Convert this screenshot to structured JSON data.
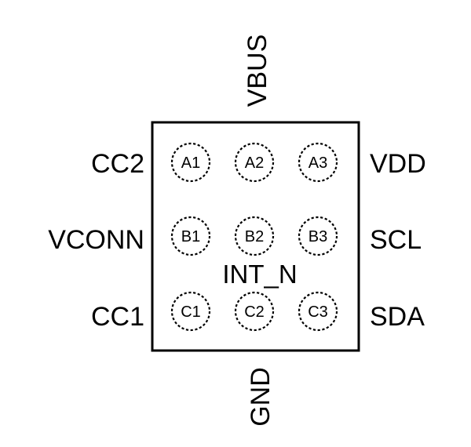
{
  "pins": {
    "top": "VBUS",
    "bottom": "GND",
    "left_top": "CC2",
    "left_mid": "VCONN",
    "left_bottom": "CC1",
    "right_top": "VDD",
    "right_mid": "SCL",
    "right_bottom": "SDA",
    "center": "INT_N"
  },
  "balls": {
    "a1": "A1",
    "a2": "A2",
    "a3": "A3",
    "b1": "B1",
    "b2": "B2",
    "b3": "B3",
    "c1": "C1",
    "c2": "C2",
    "c3": "C3"
  }
}
